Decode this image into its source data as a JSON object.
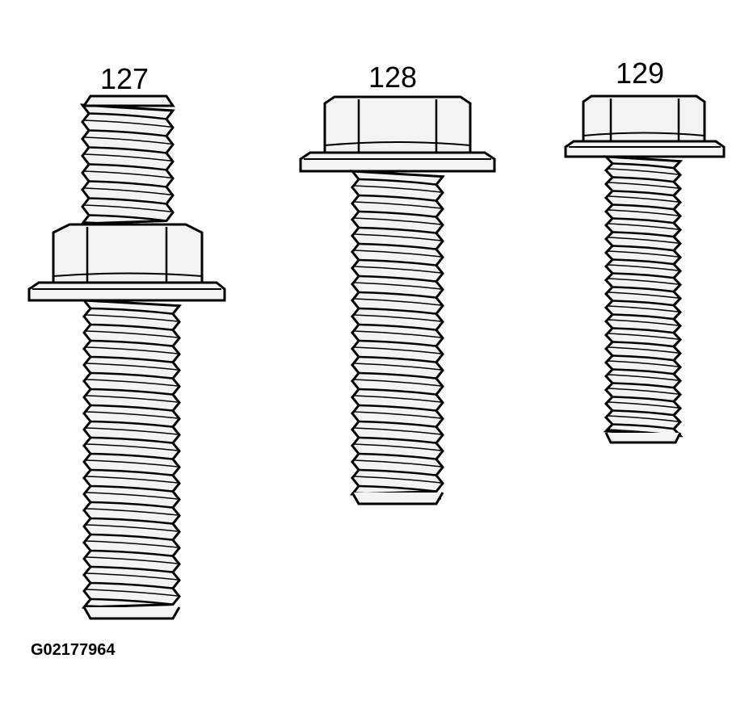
{
  "figure": {
    "fasteners": [
      {
        "id": "stud-bolt",
        "label": "127",
        "fill": "#f3f3f3"
      },
      {
        "id": "bolt-medium",
        "label": "128",
        "fill": "#f3f3f3"
      },
      {
        "id": "bolt-small",
        "label": "129",
        "fill": "#f3f3f3"
      }
    ],
    "figure_id": "G02177964",
    "line_color": "#000000"
  }
}
